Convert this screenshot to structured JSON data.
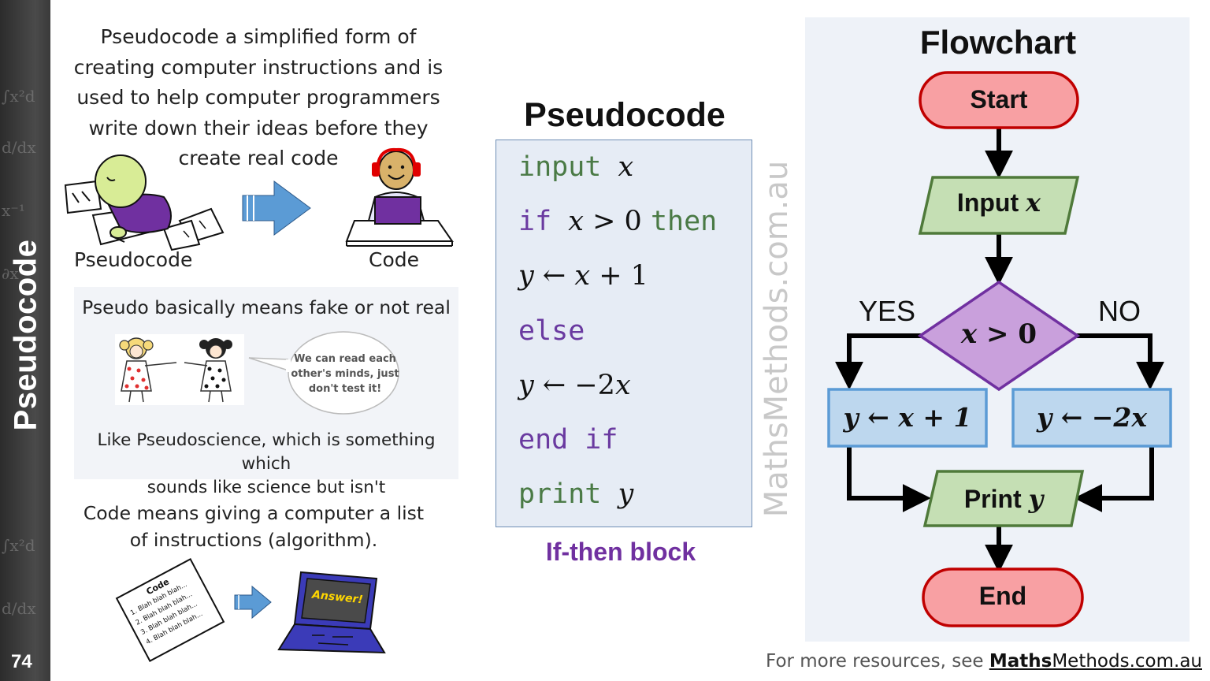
{
  "sidebar": {
    "title": "Pseudocode",
    "page_number": "74"
  },
  "intro": {
    "term": "Pseudocode",
    "text": " a simplified form of creating computer instructions and is used to help computer programmers write down their ideas before they create real code",
    "pseudocode_label": "Pseudocode",
    "code_label": "Code"
  },
  "pseudo_box": {
    "line_term": "Pseudo",
    "line_text": " basically means fake or not real",
    "speech": [
      "We can read each",
      "other's minds, just",
      "don't test it!"
    ],
    "like_prefix": "Like ",
    "like_term": "Pseudoscience",
    "like_text": ", which is something which",
    "like_line2": "sounds like science but isn't"
  },
  "code_def": {
    "term": "Code",
    "text": " means giving a computer a list",
    "line2": "of instructions (algorithm)."
  },
  "paper": {
    "title": "Code",
    "items": [
      "1. Blah blah blah...",
      "2. Blah blah blah...",
      "3. Blah blah blah...",
      "4. Blah blah blah..."
    ]
  },
  "laptop_screen_text": "Answer!",
  "pseudocode_panel": {
    "title": "Pseudocode",
    "caption": "If-then block",
    "lines": {
      "input_kw": "input",
      "if_kw": "if",
      "then_kw": "then",
      "else_kw": "else",
      "end_if_kw": "end if",
      "print_kw": "print",
      "x": "x",
      "y": "y",
      "gt_zero": " > 0 ",
      "arrow": " ← ",
      "plus_one": " + 1",
      "neg_two": "−2"
    }
  },
  "watermark": "MathsMethods.com.au",
  "flowchart": {
    "title": "Flowchart",
    "start": "Start",
    "input_label": "Input ",
    "input_var": "x",
    "decision_var": "x",
    "decision_op": " > 0",
    "yes": "YES",
    "no": "NO",
    "left_box": "y ← x + 1",
    "right_box": "y ← −2x",
    "print_label": "Print ",
    "print_var": "y",
    "end": "End",
    "colors": {
      "terminal_fill": "#f8a0a3",
      "terminal_stroke": "#c00000",
      "io_fill": "#c5dfb4",
      "io_stroke": "#4f7a3a",
      "decision_fill": "#c9a0dc",
      "decision_stroke": "#7030a0",
      "process_fill": "#bdd7ee",
      "process_stroke": "#5b9bd5"
    }
  },
  "footer": {
    "prefix": "For more resources, see ",
    "link_bold": "Maths",
    "link_rest": "Methods.com.au"
  }
}
